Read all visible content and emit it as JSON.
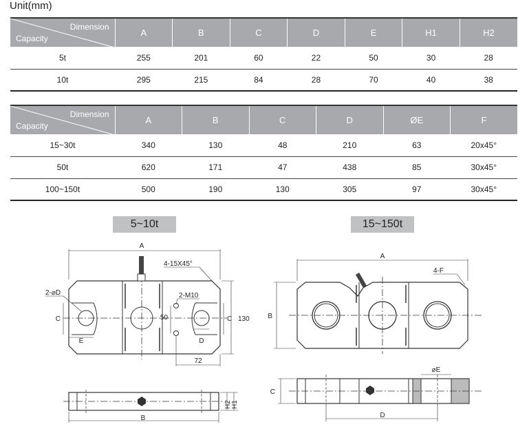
{
  "unit_label": "Unit(mm)",
  "table1": {
    "corner_dimension": "Dimension",
    "corner_capacity": "Capacity",
    "headers": [
      "A",
      "B",
      "C",
      "D",
      "E",
      "H1",
      "H2"
    ],
    "rows": [
      {
        "capacity": "5t",
        "values": [
          "255",
          "201",
          "60",
          "22",
          "50",
          "30",
          "28"
        ]
      },
      {
        "capacity": "10t",
        "values": [
          "295",
          "215",
          "84",
          "28",
          "70",
          "40",
          "38"
        ]
      }
    ]
  },
  "table2": {
    "corner_dimension": "Dimension",
    "corner_capacity": "Capacity",
    "headers": [
      "A",
      "B",
      "C",
      "D",
      "ØE",
      "F"
    ],
    "rows": [
      {
        "capacity": "15~30t",
        "values": [
          "340",
          "130",
          "48",
          "210",
          "63",
          "20x45°"
        ]
      },
      {
        "capacity": "50t",
        "values": [
          "620",
          "171",
          "47",
          "438",
          "85",
          "30x45°"
        ]
      },
      {
        "capacity": "100~150t",
        "values": [
          "500",
          "190",
          "130",
          "305",
          "97",
          "30x45°"
        ]
      }
    ]
  },
  "drawing_left": {
    "title": "5~10t",
    "labels": {
      "A": "A",
      "chamfer": "4-15X45°",
      "hole": "2-⌀D",
      "thread": "2-M10",
      "C_left": "C",
      "C_right": "C",
      "fifty": "50",
      "one30": "130",
      "E": "E",
      "D": "D",
      "seventy2": "72",
      "B": "B",
      "H2": "H2",
      "H1": "H1"
    }
  },
  "drawing_right": {
    "title": "15~150t",
    "labels": {
      "A": "A",
      "F": "4-F",
      "B": "B",
      "E": "⌀E",
      "C": "C",
      "D": "D"
    }
  }
}
